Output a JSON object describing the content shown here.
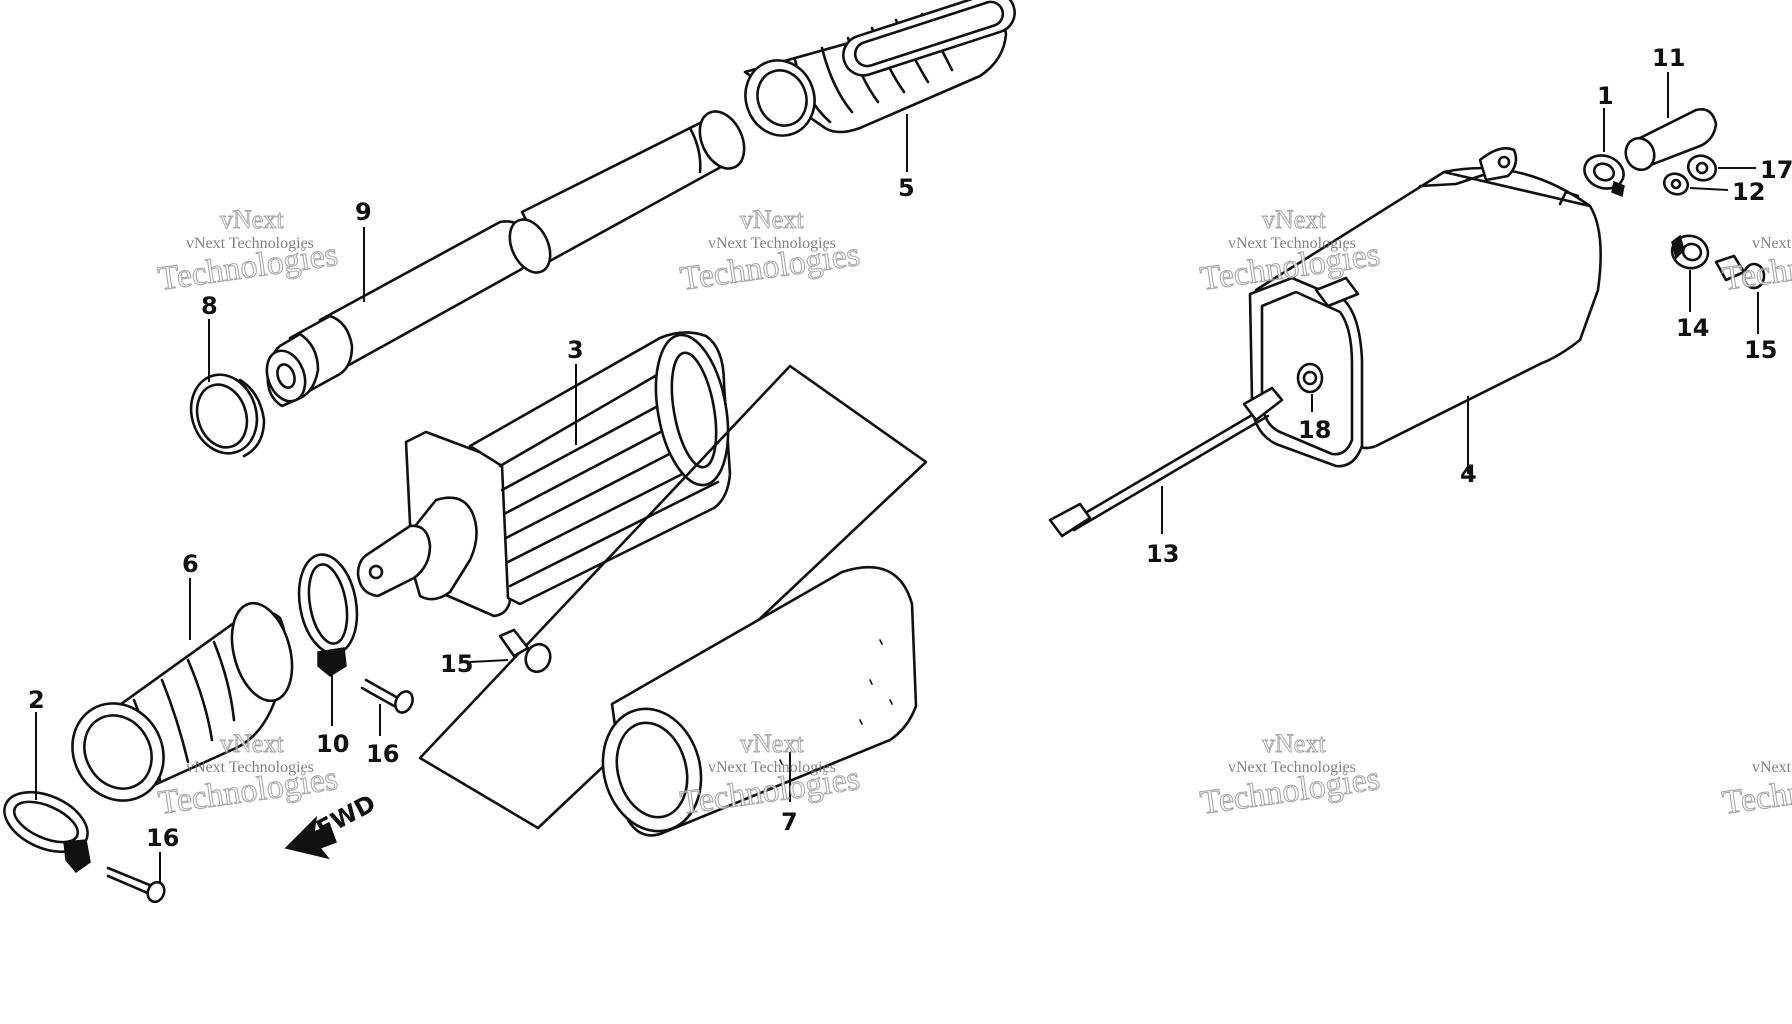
{
  "diagram": {
    "direction_label": "FWD",
    "watermark": {
      "line1": "vNext",
      "line2": "vNext Technologies",
      "line3": "Technologies"
    },
    "parts": [
      {
        "id": "p1",
        "number": "1"
      },
      {
        "id": "p2",
        "number": "2"
      },
      {
        "id": "p3",
        "number": "3"
      },
      {
        "id": "p4",
        "number": "4"
      },
      {
        "id": "p5",
        "number": "5"
      },
      {
        "id": "p6",
        "number": "6"
      },
      {
        "id": "p7",
        "number": "7"
      },
      {
        "id": "p8",
        "number": "8"
      },
      {
        "id": "p9",
        "number": "9"
      },
      {
        "id": "p10",
        "number": "10"
      },
      {
        "id": "p11",
        "number": "11"
      },
      {
        "id": "p12",
        "number": "12"
      },
      {
        "id": "p13",
        "number": "13"
      },
      {
        "id": "p14",
        "number": "14"
      },
      {
        "id": "p15a",
        "number": "15"
      },
      {
        "id": "p15b",
        "number": "15"
      },
      {
        "id": "p16a",
        "number": "16"
      },
      {
        "id": "p16b",
        "number": "16"
      },
      {
        "id": "p17",
        "number": "17"
      },
      {
        "id": "p18",
        "number": "18"
      }
    ]
  }
}
